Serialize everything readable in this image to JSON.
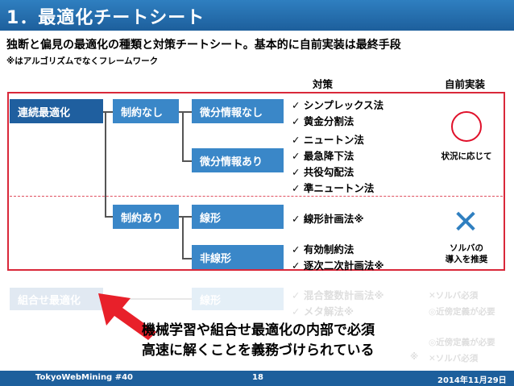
{
  "header": {
    "title": "1．最適化チートシート"
  },
  "subtitle": "独断と偏見の最適化の種類と対策チートシート。基本的に自前実装は最終手段",
  "note": "※はアルゴリズムでなくフレームワーク",
  "columns": {
    "countermeasure": "対策",
    "own_impl": "自前実装"
  },
  "tree": {
    "continuous": "連続最適化",
    "unconstrained": "制約なし",
    "no_derivative": "微分情報なし",
    "with_derivative": "微分情報あり",
    "constrained": "制約あり",
    "linear": "線形",
    "nonlinear": "非線形",
    "combinatorial": "組合せ最適化",
    "combinatorial_linear": "線形"
  },
  "methods": {
    "no_derivative": [
      "シンプレックス法",
      "黄金分割法"
    ],
    "with_derivative": [
      "ニュートン法",
      "最急降下法",
      "共役勾配法",
      "準ニュートン法"
    ],
    "linear": [
      "線形計画法※"
    ],
    "nonlinear": [
      "有効制約法",
      "逐次二次計画法※"
    ],
    "faded": [
      "混合整数計画法※",
      "メタ解法※"
    ]
  },
  "checkmark": "✓",
  "verdicts": {
    "circle_label": "状況に応じて",
    "cross_symbol": "✕",
    "cross_label_1": "ソルバの",
    "cross_label_2": "導入を推奨",
    "faded_1": "✕ソルバ必須",
    "faded_2": "◎近傍定義が必要",
    "faded_3": "◎近傍定義が必要",
    "faded_4": "✕ソルバ必須",
    "faded_star": "※"
  },
  "callout": {
    "line1": "機械学習や組合せ最適化の内部で必須",
    "line2": "高速に解くことを義務づけられている"
  },
  "footer": {
    "left": "TokyoWebMining #40",
    "center": "18",
    "right": "2014年11月29日"
  },
  "colors": {
    "blue": "#3a87c8",
    "dark_blue": "#1f5f9f",
    "red": "#e0102a"
  }
}
